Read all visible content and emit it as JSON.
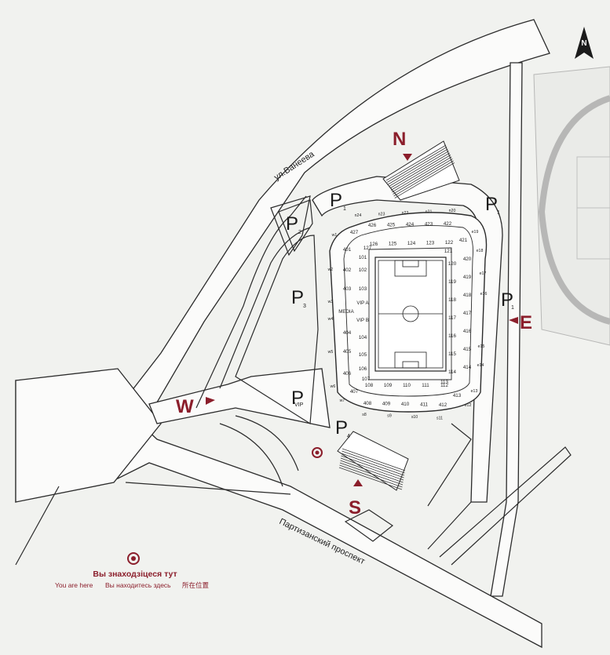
{
  "colors": {
    "accent": "#8b1e2b",
    "line": "#2b2b2b",
    "background": "#f1f2ef"
  },
  "icons": {
    "north": "north-arrow-icon",
    "you_are_here": "you-are-here-icon"
  },
  "compass": {
    "label": "N"
  },
  "streets": {
    "vaneeva": "ул.Ванеева",
    "partizansky": "Партизанский проспект"
  },
  "entrances": {
    "north": "N",
    "south": "S",
    "west": "W",
    "east": "E"
  },
  "parking": [
    {
      "label": "P",
      "sub": "1"
    },
    {
      "label": "P",
      "sub": "1"
    },
    {
      "label": "P",
      "sub": "2"
    },
    {
      "label": "P",
      "sub": "3"
    },
    {
      "label": "P",
      "sub": "VIP"
    },
    {
      "label": "P",
      "sub": "4"
    },
    {
      "label": "P",
      "sub": "1"
    }
  ],
  "sections": {
    "north_upper": [
      "426",
      "425",
      "424",
      "423",
      "422"
    ],
    "north_lower": [
      "126",
      "125",
      "124",
      "123",
      "122"
    ],
    "corner_nw": [
      "427",
      "127"
    ],
    "corner_ne": [
      "421",
      "121"
    ],
    "west_upper": [
      "401",
      "402",
      "403",
      "404",
      "405",
      "406"
    ],
    "west_lower": [
      "101",
      "102",
      "103",
      "104",
      "105",
      "106"
    ],
    "west_special": [
      "VIP A",
      "VIP B",
      "MEDIA"
    ],
    "east_upper": [
      "420",
      "419",
      "418",
      "417",
      "416",
      "415",
      "414"
    ],
    "east_lower": [
      "120",
      "119",
      "118",
      "117",
      "116",
      "115",
      "114"
    ],
    "south_upper": [
      "408",
      "409",
      "410",
      "411",
      "412"
    ],
    "south_lower": [
      "108",
      "109",
      "110",
      "111",
      "112"
    ],
    "corner_sw": [
      "407",
      "107"
    ],
    "corner_se": [
      "413",
      "113"
    ]
  },
  "gates": {
    "north": [
      "n24",
      "n23",
      "n22",
      "n21",
      "n20"
    ],
    "west": [
      "w1",
      "w2",
      "w3",
      "w4",
      "w5",
      "w6",
      "w7"
    ],
    "east": [
      "e19",
      "e18",
      "e17",
      "e16",
      "e15",
      "e14",
      "e13",
      "e12"
    ],
    "south": [
      "s8",
      "s9",
      "s10",
      "s11"
    ]
  },
  "legend": {
    "title_by": "Вы знаходзіцеся тут",
    "en": "You are here",
    "ru": "Вы находитесь здесь",
    "zh": "所在位置"
  }
}
